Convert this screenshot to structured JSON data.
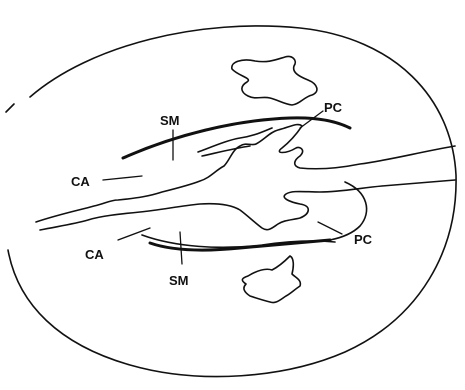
{
  "labels": {
    "sm_top": "SM",
    "pc_top": "PC",
    "ca_upper": "CA",
    "ca_lower": "CA",
    "pc_lower": "PC",
    "sm_bottom": "SM"
  }
}
